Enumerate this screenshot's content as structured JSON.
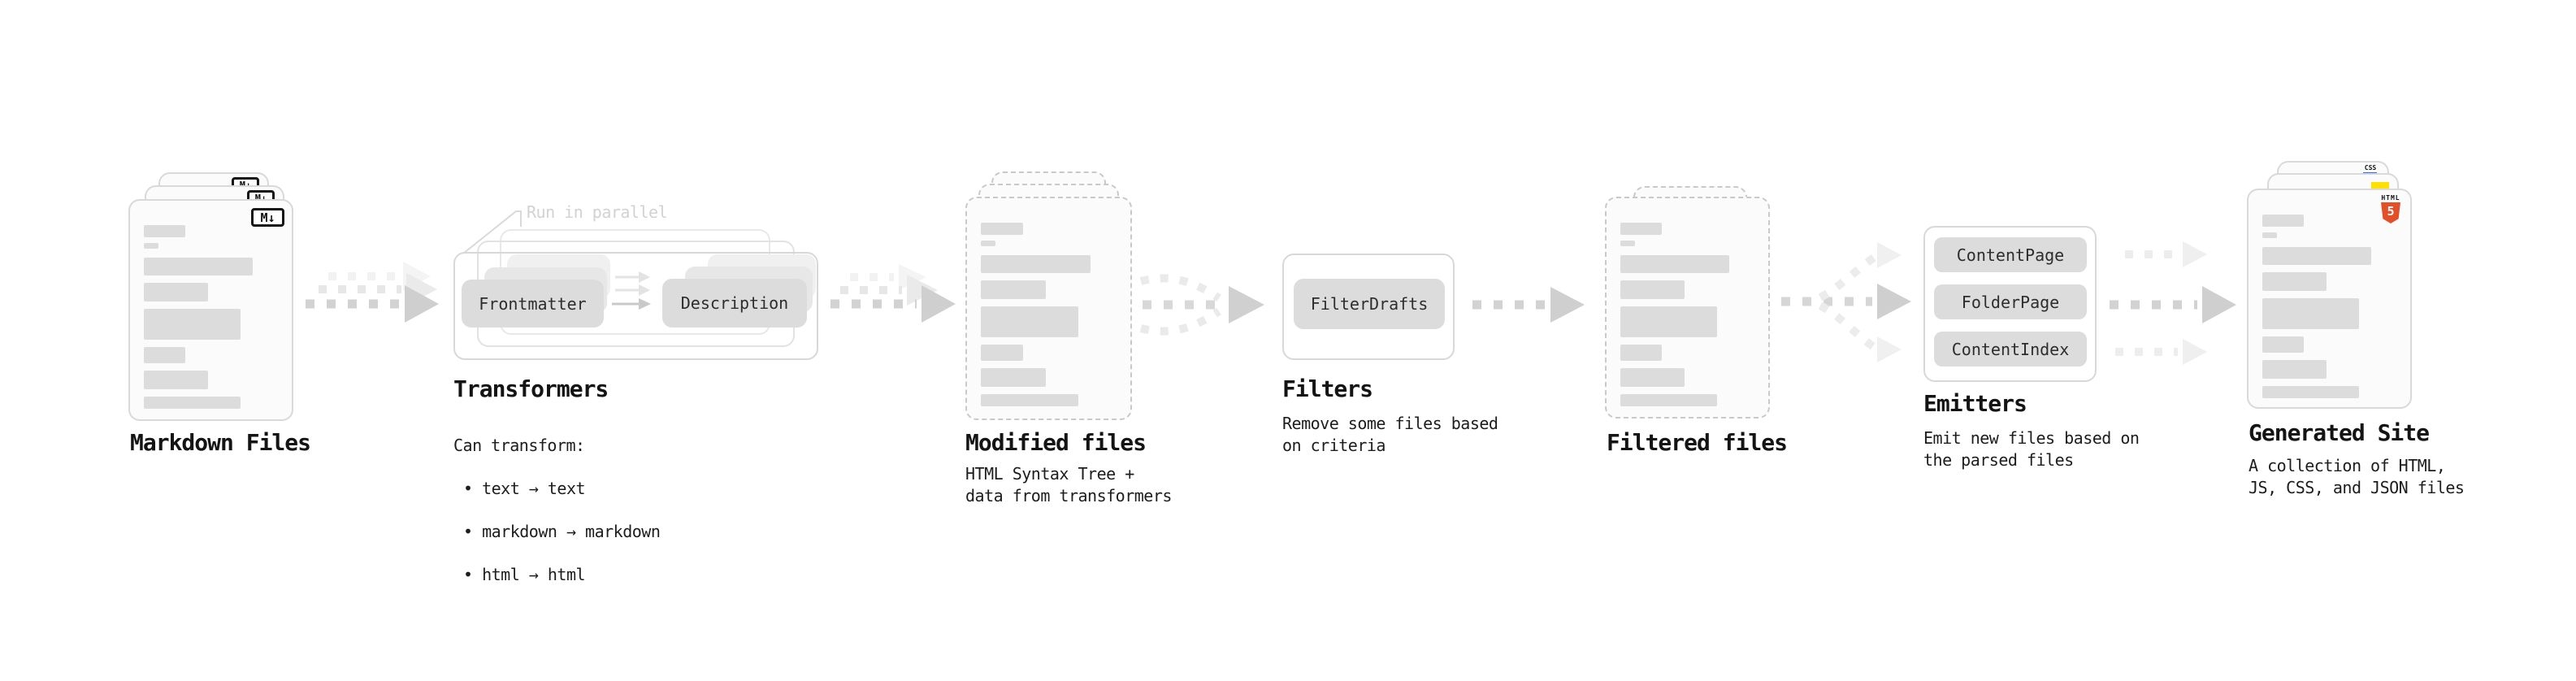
{
  "diagram": {
    "markdown_files": {
      "label": "Markdown Files",
      "badge": "M↓"
    },
    "transformers": {
      "callout": "Run in parallel",
      "node_a": "Frontmatter",
      "node_b": "Description",
      "title": "Transformers",
      "desc_heading": "Can transform:",
      "bullets": [
        "• text → text",
        "• markdown → markdown",
        "• html → html"
      ]
    },
    "modified_files": {
      "title": "Modified files",
      "description": "HTML Syntax Tree +\ndata from transformers"
    },
    "filters": {
      "node": "FilterDrafts",
      "title": "Filters",
      "description": "Remove some files based\non criteria"
    },
    "filtered_files": {
      "title": "Filtered files"
    },
    "emitters": {
      "nodes": [
        "ContentPage",
        "FolderPage",
        "ContentIndex"
      ],
      "title": "Emitters",
      "description": "Emit new files based on\nthe parsed files"
    },
    "generated_site": {
      "title": "Generated Site",
      "description": "A collection of HTML,\nJS, CSS, and JSON files",
      "css_badge": "CSS",
      "html_badge": "HTML",
      "html_badge_number": "5"
    }
  },
  "colors": {
    "html5_orange": "#e34f26",
    "js_yellow": "#ffe000",
    "css_blue": "#2f6ceb",
    "arrow_gray": "#d2d2d2",
    "node_gray": "#dcdcdc"
  }
}
